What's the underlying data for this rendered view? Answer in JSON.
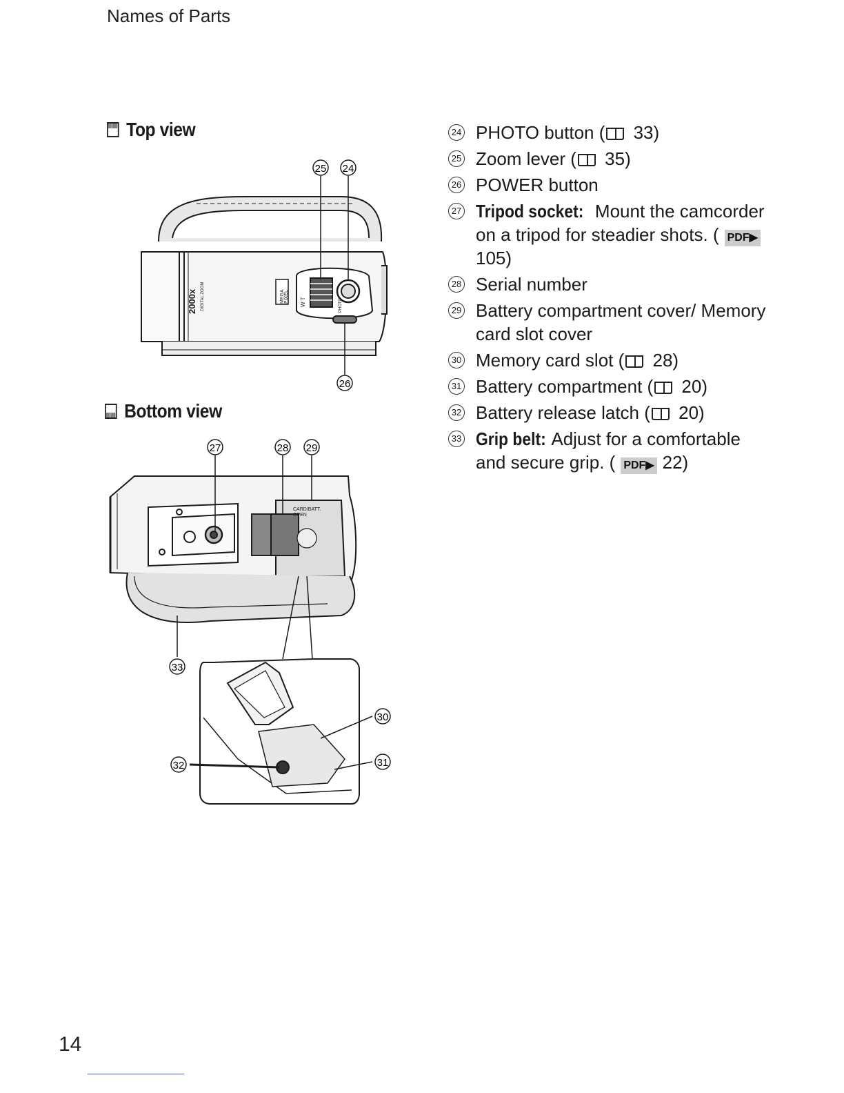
{
  "running_head": "Names of Parts",
  "sections": {
    "top": "Top view",
    "bottom": "Bottom view"
  },
  "callouts": {
    "c24": "24",
    "c25": "25",
    "c26": "26",
    "c27": "27",
    "c28": "28",
    "c29": "29",
    "c30": "30",
    "c31": "31",
    "c32": "32",
    "c33": "33"
  },
  "figure_labels": {
    "zoom_badge": "2000x",
    "zoom_sub": "DIGITAL ZOOM",
    "mega": "MEGA",
    "pixel": "PIXEL",
    "w_t": "W   T",
    "photo": "PHOTO",
    "card_batt": "CARD/BATT.",
    "open": "OPEN"
  },
  "parts": [
    {
      "num": "24",
      "text": "PHOTO button (",
      "ref_icon": "book-icon",
      "ref": " 33)"
    },
    {
      "num": "25",
      "text": "Zoom lever (",
      "ref_icon": "book-icon",
      "ref": " 35)"
    },
    {
      "num": "26",
      "text": "POWER button"
    },
    {
      "num": "27",
      "term": "Tripod socket:",
      "text": " Mount the camcorder on a tripod for steadier shots. (",
      "ref_icon": "pdf-icon",
      "ref_icon_label": "PDF▶",
      "ref": "105)"
    },
    {
      "num": "28",
      "text": "Serial number"
    },
    {
      "num": "29",
      "text": "Battery compartment cover/ Memory card slot cover"
    },
    {
      "num": "30",
      "text": "Memory card slot (",
      "ref_icon": "book-icon",
      "ref": " 28)"
    },
    {
      "num": "31",
      "text": "Battery compartment (",
      "ref_icon": "book-icon",
      "ref": " 20)"
    },
    {
      "num": "32",
      "text": "Battery release latch (",
      "ref_icon": "book-icon",
      "ref": " 20)"
    },
    {
      "num": "33",
      "term": "Grip belt:",
      "text": " Adjust for a comfortable and secure grip. (",
      "ref_icon": "pdf-icon",
      "ref_icon_label": "PDF▶",
      "ref": "22)"
    }
  ],
  "page_number": "14"
}
